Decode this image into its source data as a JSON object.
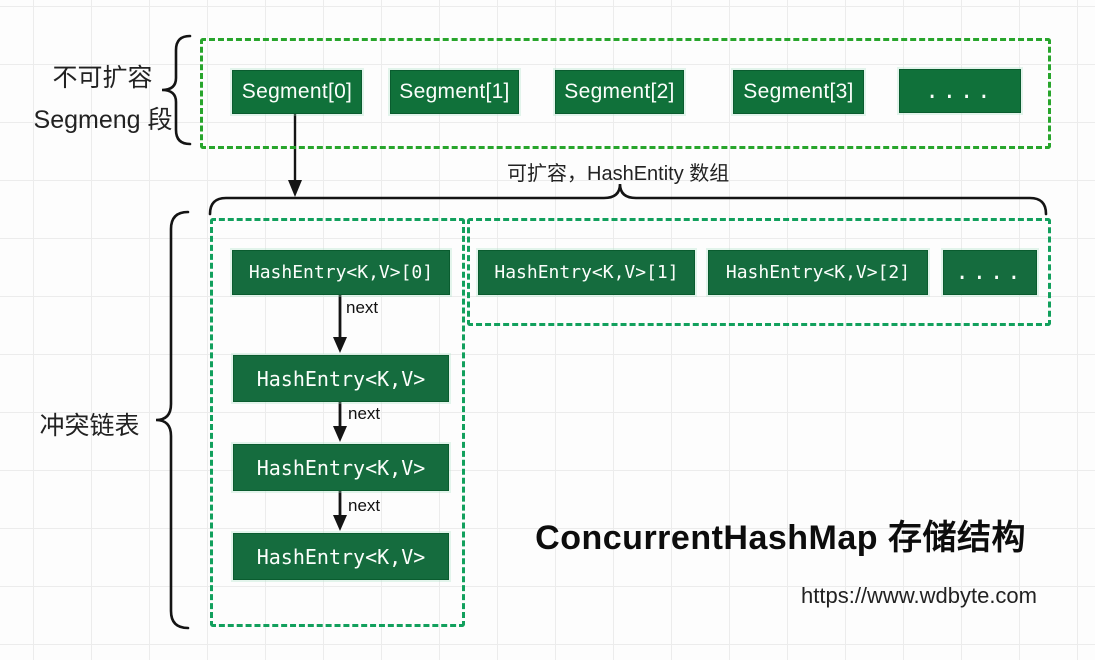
{
  "labels": {
    "immutable_line1": "不可扩容",
    "immutable_line2": "Segmeng 段",
    "expandable_note": "可扩容，HashEntity 数组",
    "collision_list": "冲突链表",
    "next": "next"
  },
  "segments": {
    "items": [
      "Segment[0]",
      "Segment[1]",
      "Segment[2]",
      "Segment[3]",
      "...."
    ]
  },
  "hash_entries": {
    "items": [
      "HashEntry<K,V>[0]",
      "HashEntry<K,V>[1]",
      "HashEntry<K,V>[2]",
      "...."
    ]
  },
  "chain": {
    "items": [
      "HashEntry<K,V>",
      "HashEntry<K,V>",
      "HashEntry<K,V>"
    ]
  },
  "footer": {
    "title": "ConcurrentHashMap 存储结构",
    "url": "https://www.wdbyte.com"
  },
  "colors": {
    "node_fill": "#10713a",
    "entry_fill": "#156c3e",
    "dash_green": "#28a52c",
    "dash_teal": "#12a05d",
    "arrow_black": "#141414"
  }
}
